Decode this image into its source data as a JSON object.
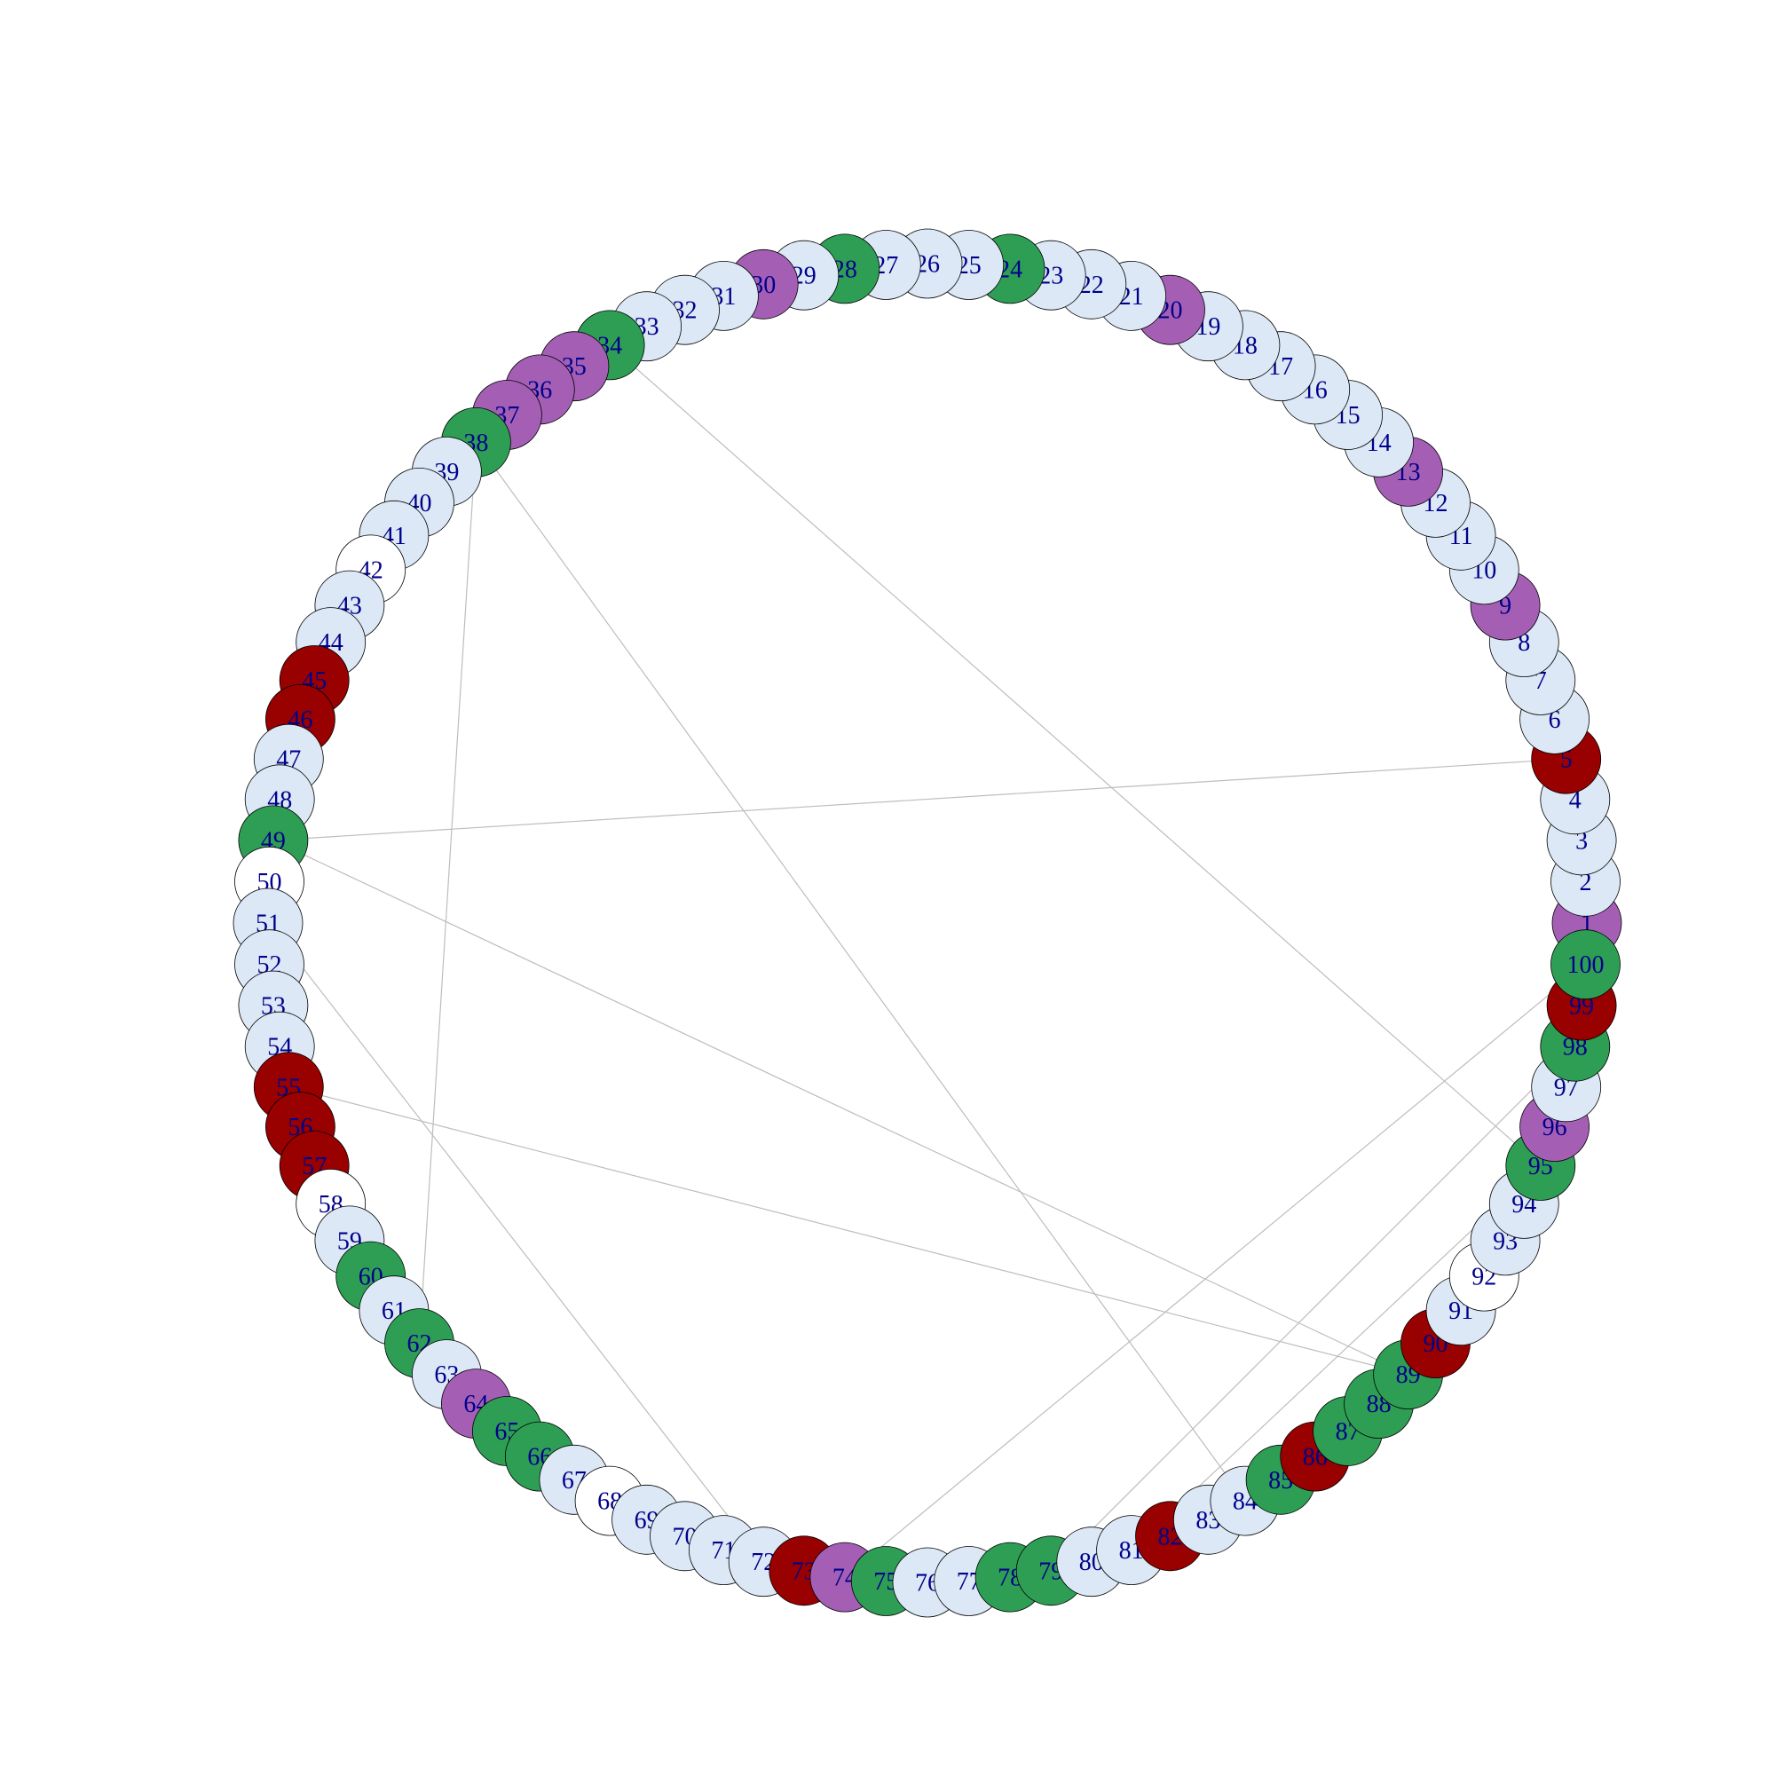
{
  "graph": {
    "layout": "circle",
    "node_count": 100,
    "colors": {
      "light": "#DCE8F5",
      "white": "#FFFFFF",
      "green": "#2E9E55",
      "purple": "#A45FB5",
      "red": "#990000",
      "edge": "#BDBDBD",
      "label": "#00008B"
    },
    "nodes": [
      {
        "id": 1,
        "label": "1",
        "color": "purple"
      },
      {
        "id": 2,
        "label": "2",
        "color": "light"
      },
      {
        "id": 3,
        "label": "3",
        "color": "light"
      },
      {
        "id": 4,
        "label": "4",
        "color": "light"
      },
      {
        "id": 5,
        "label": "5",
        "color": "red"
      },
      {
        "id": 6,
        "label": "6",
        "color": "light"
      },
      {
        "id": 7,
        "label": "7",
        "color": "light"
      },
      {
        "id": 8,
        "label": "8",
        "color": "light"
      },
      {
        "id": 9,
        "label": "9",
        "color": "purple"
      },
      {
        "id": 10,
        "label": "10",
        "color": "light"
      },
      {
        "id": 11,
        "label": "11",
        "color": "light"
      },
      {
        "id": 12,
        "label": "12",
        "color": "light"
      },
      {
        "id": 13,
        "label": "13",
        "color": "purple"
      },
      {
        "id": 14,
        "label": "14",
        "color": "light"
      },
      {
        "id": 15,
        "label": "15",
        "color": "light"
      },
      {
        "id": 16,
        "label": "16",
        "color": "light"
      },
      {
        "id": 17,
        "label": "17",
        "color": "light"
      },
      {
        "id": 18,
        "label": "18",
        "color": "light"
      },
      {
        "id": 19,
        "label": "19",
        "color": "light"
      },
      {
        "id": 20,
        "label": "20",
        "color": "purple"
      },
      {
        "id": 21,
        "label": "21",
        "color": "light"
      },
      {
        "id": 22,
        "label": "22",
        "color": "light"
      },
      {
        "id": 23,
        "label": "23",
        "color": "light"
      },
      {
        "id": 24,
        "label": "24",
        "color": "green"
      },
      {
        "id": 25,
        "label": "25",
        "color": "light"
      },
      {
        "id": 26,
        "label": "26",
        "color": "light"
      },
      {
        "id": 27,
        "label": "27",
        "color": "light"
      },
      {
        "id": 28,
        "label": "28",
        "color": "green"
      },
      {
        "id": 29,
        "label": "29",
        "color": "light"
      },
      {
        "id": 30,
        "label": "30",
        "color": "purple"
      },
      {
        "id": 31,
        "label": "31",
        "color": "light"
      },
      {
        "id": 32,
        "label": "32",
        "color": "light"
      },
      {
        "id": 33,
        "label": "33",
        "color": "light"
      },
      {
        "id": 34,
        "label": "34",
        "color": "green"
      },
      {
        "id": 35,
        "label": "35",
        "color": "purple"
      },
      {
        "id": 36,
        "label": "36",
        "color": "purple"
      },
      {
        "id": 37,
        "label": "37",
        "color": "purple"
      },
      {
        "id": 38,
        "label": "38",
        "color": "green"
      },
      {
        "id": 39,
        "label": "39",
        "color": "light"
      },
      {
        "id": 40,
        "label": "40",
        "color": "light"
      },
      {
        "id": 41,
        "label": "41",
        "color": "light"
      },
      {
        "id": 42,
        "label": "42",
        "color": "white"
      },
      {
        "id": 43,
        "label": "43",
        "color": "light"
      },
      {
        "id": 44,
        "label": "44",
        "color": "light"
      },
      {
        "id": 45,
        "label": "45",
        "color": "red"
      },
      {
        "id": 46,
        "label": "46",
        "color": "red"
      },
      {
        "id": 47,
        "label": "47",
        "color": "light"
      },
      {
        "id": 48,
        "label": "48",
        "color": "light"
      },
      {
        "id": 49,
        "label": "49",
        "color": "green"
      },
      {
        "id": 50,
        "label": "50",
        "color": "white"
      },
      {
        "id": 51,
        "label": "51",
        "color": "light"
      },
      {
        "id": 52,
        "label": "52",
        "color": "light"
      },
      {
        "id": 53,
        "label": "53",
        "color": "light"
      },
      {
        "id": 54,
        "label": "54",
        "color": "light"
      },
      {
        "id": 55,
        "label": "55",
        "color": "red"
      },
      {
        "id": 56,
        "label": "56",
        "color": "red"
      },
      {
        "id": 57,
        "label": "57",
        "color": "red"
      },
      {
        "id": 58,
        "label": "58",
        "color": "white"
      },
      {
        "id": 59,
        "label": "59",
        "color": "light"
      },
      {
        "id": 60,
        "label": "60",
        "color": "green"
      },
      {
        "id": 61,
        "label": "61",
        "color": "light"
      },
      {
        "id": 62,
        "label": "62",
        "color": "green"
      },
      {
        "id": 63,
        "label": "63",
        "color": "light"
      },
      {
        "id": 64,
        "label": "64",
        "color": "purple"
      },
      {
        "id": 65,
        "label": "65",
        "color": "green"
      },
      {
        "id": 66,
        "label": "66",
        "color": "green"
      },
      {
        "id": 67,
        "label": "67",
        "color": "light"
      },
      {
        "id": 68,
        "label": "68",
        "color": "white"
      },
      {
        "id": 69,
        "label": "69",
        "color": "light"
      },
      {
        "id": 70,
        "label": "70",
        "color": "light"
      },
      {
        "id": 71,
        "label": "71",
        "color": "light"
      },
      {
        "id": 72,
        "label": "72",
        "color": "light"
      },
      {
        "id": 73,
        "label": "73",
        "color": "red"
      },
      {
        "id": 74,
        "label": "74",
        "color": "purple"
      },
      {
        "id": 75,
        "label": "75",
        "color": "green"
      },
      {
        "id": 76,
        "label": "76",
        "color": "light"
      },
      {
        "id": 77,
        "label": "77",
        "color": "light"
      },
      {
        "id": 78,
        "label": "78",
        "color": "green"
      },
      {
        "id": 79,
        "label": "79",
        "color": "green"
      },
      {
        "id": 80,
        "label": "80",
        "color": "light"
      },
      {
        "id": 81,
        "label": "81",
        "color": "light"
      },
      {
        "id": 82,
        "label": "82",
        "color": "red"
      },
      {
        "id": 83,
        "label": "83",
        "color": "light"
      },
      {
        "id": 84,
        "label": "84",
        "color": "light"
      },
      {
        "id": 85,
        "label": "85",
        "color": "green"
      },
      {
        "id": 86,
        "label": "86",
        "color": "red"
      },
      {
        "id": 87,
        "label": "87",
        "color": "green"
      },
      {
        "id": 88,
        "label": "88",
        "color": "green"
      },
      {
        "id": 89,
        "label": "89",
        "color": "green"
      },
      {
        "id": 90,
        "label": "90",
        "color": "red"
      },
      {
        "id": 91,
        "label": "91",
        "color": "light"
      },
      {
        "id": 92,
        "label": "92",
        "color": "white"
      },
      {
        "id": 93,
        "label": "93",
        "color": "light"
      },
      {
        "id": 94,
        "label": "94",
        "color": "light"
      },
      {
        "id": 95,
        "label": "95",
        "color": "green"
      },
      {
        "id": 96,
        "label": "96",
        "color": "purple"
      },
      {
        "id": 97,
        "label": "97",
        "color": "light"
      },
      {
        "id": 98,
        "label": "98",
        "color": "green"
      },
      {
        "id": 99,
        "label": "99",
        "color": "red"
      },
      {
        "id": 100,
        "label": "100",
        "color": "green"
      }
    ],
    "edges": [
      {
        "source": 34,
        "target": 95
      },
      {
        "source": 38,
        "target": 84
      },
      {
        "source": 38,
        "target": 62
      },
      {
        "source": 49,
        "target": 5
      },
      {
        "source": 49,
        "target": 89
      },
      {
        "source": 51,
        "target": 72
      },
      {
        "source": 55,
        "target": 89
      },
      {
        "source": 74,
        "target": 100
      },
      {
        "source": 79,
        "target": 98
      },
      {
        "source": 81,
        "target": 95
      }
    ]
  }
}
